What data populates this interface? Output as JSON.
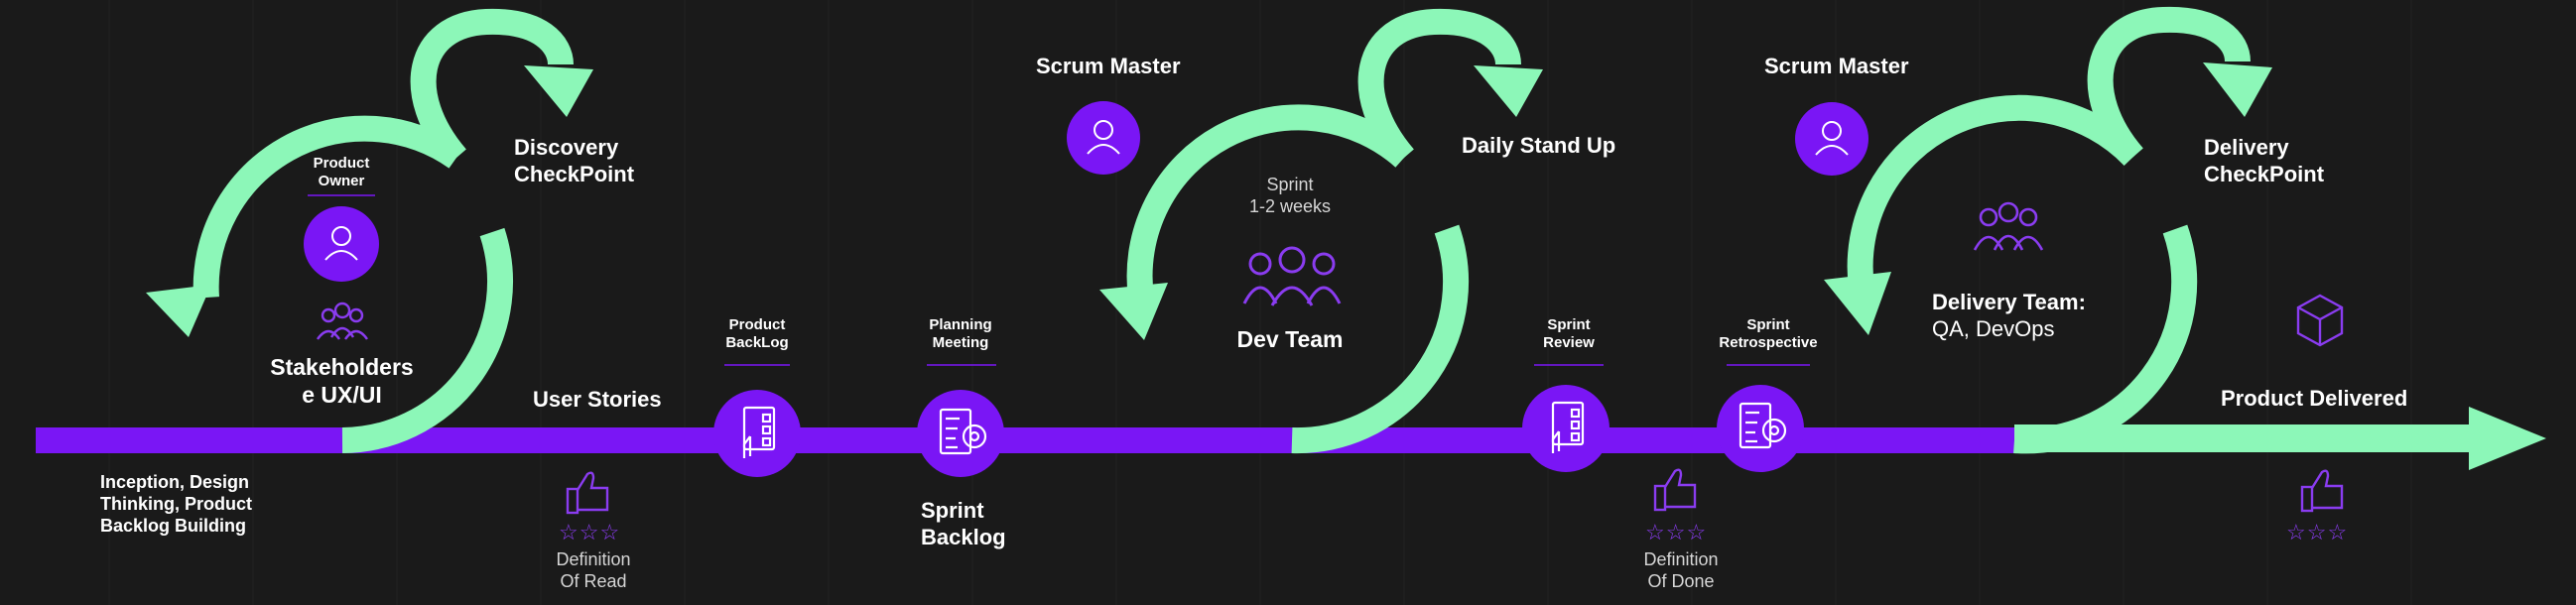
{
  "colors": {
    "background": "#1a1a1a",
    "timeline": "#7a16f5",
    "loop": "#8cf7b8",
    "accent_icon": "#8a3cf0",
    "text": "#ffffff"
  },
  "phase1": {
    "product_owner": "Product\nOwner",
    "stakeholders": "Stakeholders\ne UX/UI",
    "checkpoint": "Discovery\nCheckPoint",
    "inception": "Inception, Design\nThinking, Product\nBacklog Building"
  },
  "stories": {
    "user_stories": "User Stories",
    "product_backlog": "Product\nBackLog",
    "planning_meeting": "Planning\nMeeting",
    "definition_of_read": "Definition\nOf Read",
    "sprint_backlog": "Sprint\nBacklog"
  },
  "sprint": {
    "scrum_master": "Scrum Master",
    "duration": "Sprint\n1-2 weeks",
    "dev_team": "Dev Team",
    "daily": "Daily Stand Up"
  },
  "review": {
    "sprint_review": "Sprint\nReview",
    "sprint_retro": "Sprint\nRetrospective",
    "definition_of_done": "Definition\nOf Done"
  },
  "delivery": {
    "scrum_master": "Scrum Master",
    "team_title": "Delivery Team:",
    "team_roles": "QA, DevOps",
    "checkpoint": "Delivery\nCheckPoint",
    "product_delivered": "Product Delivered"
  },
  "icons": {
    "product_owner_icon": "person-avatar",
    "stakeholders_icon": "group-people",
    "scrum_master_icon": "person-avatar",
    "dev_team_icon": "group-people",
    "delivery_team_icon": "group-people",
    "thumbs_up_icon": "thumbs-up",
    "checklist_icon": "checklist-hand",
    "planning_icon": "checklist-gear",
    "box_icon": "package-box"
  }
}
